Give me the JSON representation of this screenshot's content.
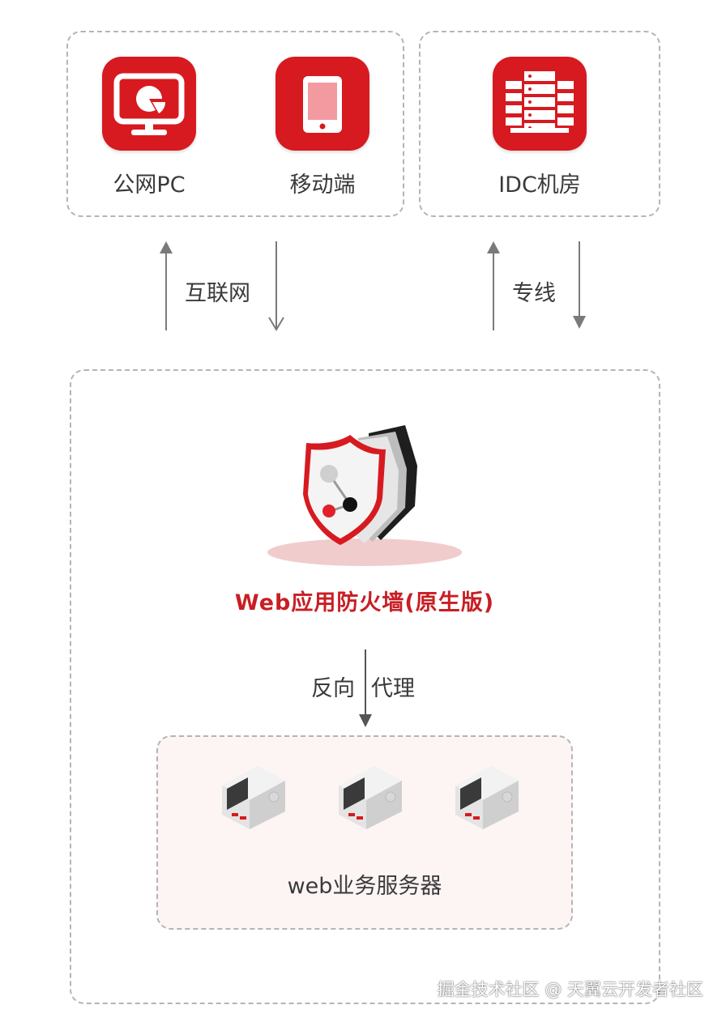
{
  "clients": {
    "public_pc_label": "公网PC",
    "mobile_label": "移动端"
  },
  "idc": {
    "label": "IDC机房"
  },
  "links": {
    "internet_label": "互联网",
    "dedicated_line_label": "专线"
  },
  "waf": {
    "title": "Web应用防火墙(原生版)"
  },
  "proxy": {
    "label_part1": "反向",
    "label_part2": "代理"
  },
  "servers": {
    "label": "web业务服务器"
  },
  "watermark": {
    "text": "掘金技术社区 @ 天翼云开发者社区"
  },
  "colors": {
    "brand_red": "#d71a20",
    "title_red": "#c81e24",
    "arrow_gray": "#7a7a7a",
    "dashed_border": "#b5b5b5"
  },
  "icons": [
    "monitor-icon",
    "tablet-icon",
    "server-rack-icon",
    "shield-icon",
    "server-machine-icon"
  ]
}
